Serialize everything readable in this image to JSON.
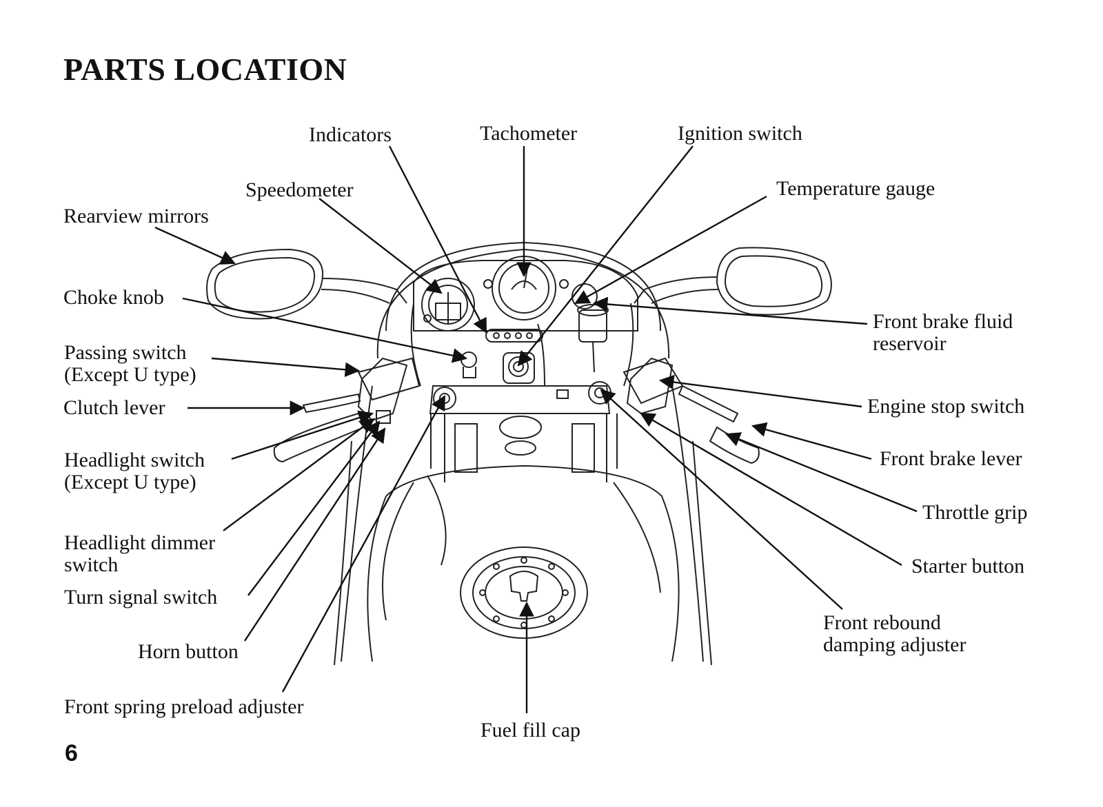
{
  "page": {
    "title": "PARTS LOCATION",
    "page_number": "6"
  },
  "labels": {
    "indicators": "Indicators",
    "tachometer": "Tachometer",
    "ignition_switch": "Ignition switch",
    "speedometer": "Speedometer",
    "temperature_gauge": "Temperature gauge",
    "rearview_mirrors": "Rearview mirrors",
    "choke_knob": "Choke knob",
    "front_brake_fluid_reservoir": [
      "Front brake fluid",
      "reservoir"
    ],
    "passing_switch": [
      "Passing switch",
      "(Except U type)"
    ],
    "clutch_lever": "Clutch lever",
    "engine_stop_switch": "Engine stop switch",
    "front_brake_lever": "Front brake lever",
    "headlight_switch": [
      "Headlight switch",
      "(Except U type)"
    ],
    "throttle_grip": "Throttle grip",
    "headlight_dimmer_switch": [
      "Headlight dimmer",
      "switch"
    ],
    "starter_button": "Starter button",
    "turn_signal_switch": "Turn signal switch",
    "front_rebound_damping_adjuster": [
      "Front rebound",
      "damping adjuster"
    ],
    "horn_button": "Horn button",
    "front_spring_preload_adjuster": "Front spring preload adjuster",
    "fuel_fill_cap": "Fuel fill cap"
  }
}
